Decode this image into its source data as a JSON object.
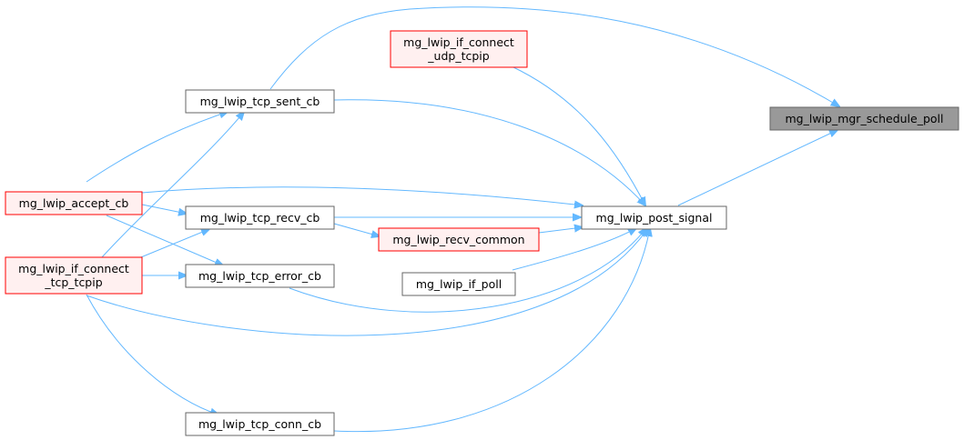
{
  "colors": {
    "edge": "#63b8ff",
    "normal_border": "#666666",
    "normal_fill": "#ffffff",
    "red_border": "#ff0000",
    "red_fill": "#fff0f0",
    "highlight_fill": "#999999",
    "highlight_border": "#666666"
  },
  "nodes": {
    "mgr_schedule_poll": {
      "lines": [
        "mg_lwip_mgr_schedule_poll"
      ],
      "style": "highlight"
    },
    "if_connect_udp": {
      "lines": [
        "mg_lwip_if_connect",
        "_udp_tcpip"
      ],
      "style": "red"
    },
    "tcp_sent_cb": {
      "lines": [
        "mg_lwip_tcp_sent_cb"
      ],
      "style": "normal"
    },
    "accept_cb": {
      "lines": [
        "mg_lwip_accept_cb"
      ],
      "style": "red"
    },
    "tcp_recv_cb": {
      "lines": [
        "mg_lwip_tcp_recv_cb"
      ],
      "style": "normal"
    },
    "post_signal": {
      "lines": [
        "mg_lwip_post_signal"
      ],
      "style": "normal"
    },
    "recv_common": {
      "lines": [
        "mg_lwip_recv_common"
      ],
      "style": "red"
    },
    "if_connect_tcp": {
      "lines": [
        "mg_lwip_if_connect",
        "_tcp_tcpip"
      ],
      "style": "red"
    },
    "tcp_error_cb": {
      "lines": [
        "mg_lwip_tcp_error_cb"
      ],
      "style": "normal"
    },
    "if_poll": {
      "lines": [
        "mg_lwip_if_poll"
      ],
      "style": "normal"
    },
    "tcp_conn_cb": {
      "lines": [
        "mg_lwip_tcp_conn_cb"
      ],
      "style": "normal"
    }
  }
}
